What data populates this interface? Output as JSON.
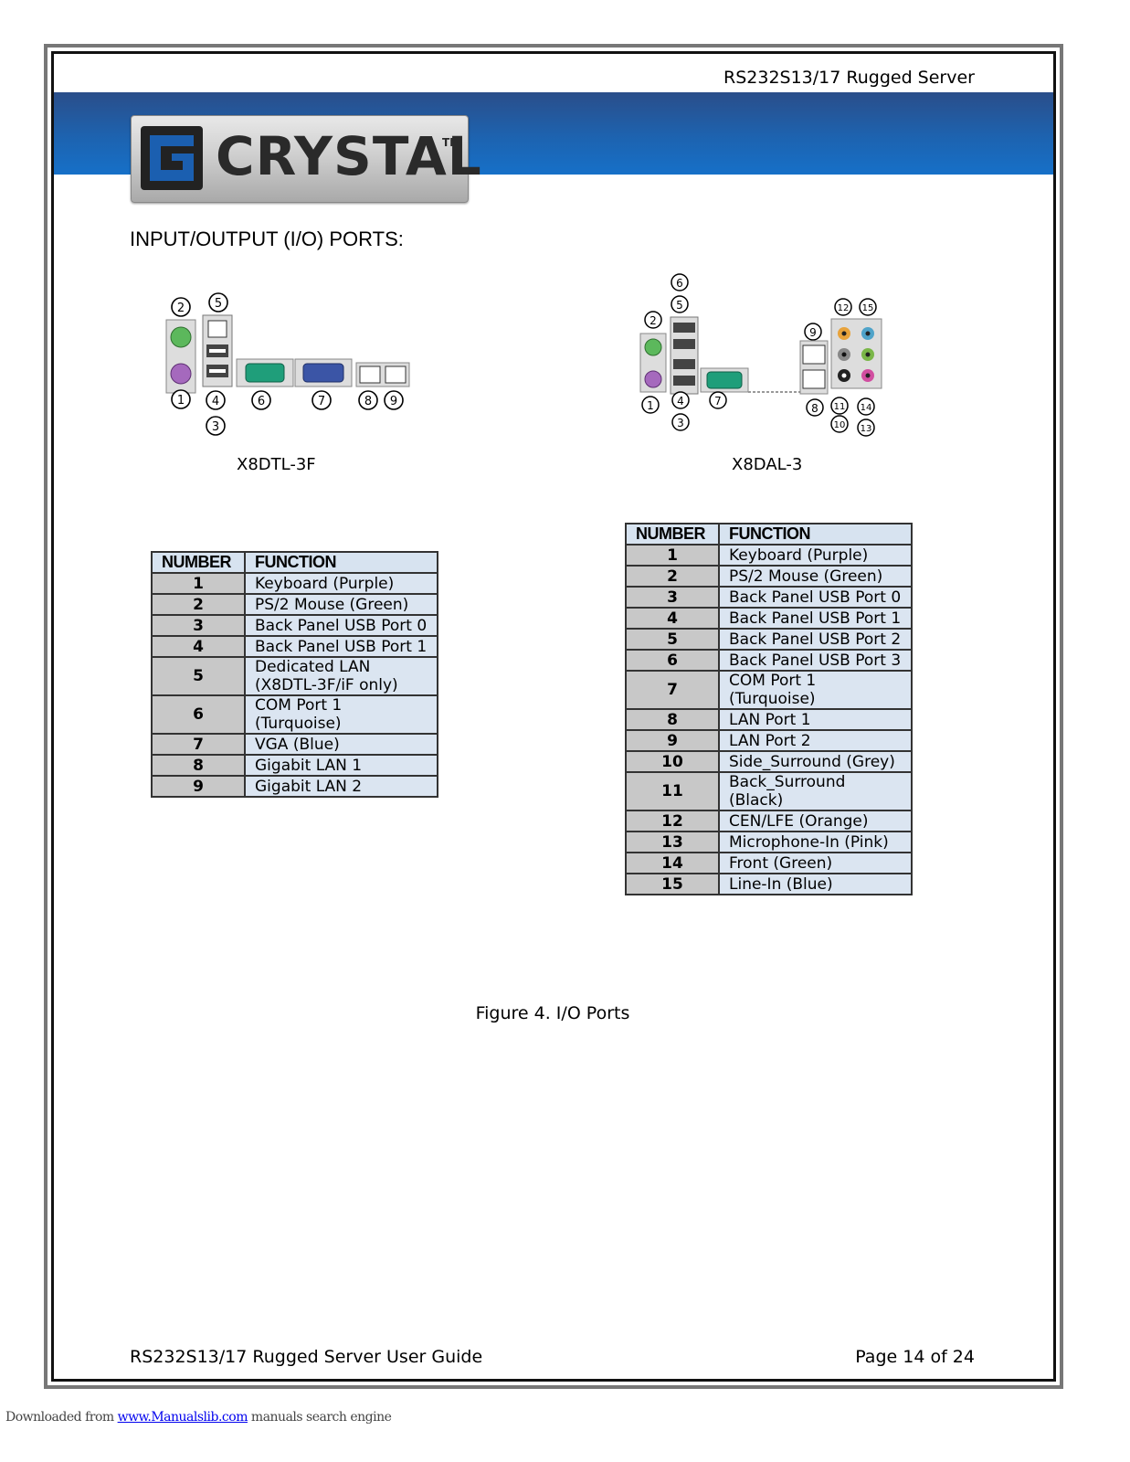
{
  "header": {
    "title": "RS232S13/17 Rugged Server"
  },
  "logo": {
    "text": "CRYSTAL",
    "tm": "TM"
  },
  "section": {
    "title": "INPUT/OUTPUT (I/O) PORTS:"
  },
  "diagrams": {
    "left": {
      "label": "X8DTL-3F",
      "callouts": [
        "2",
        "5",
        "1",
        "4",
        "3",
        "6",
        "7",
        "8",
        "9"
      ]
    },
    "right": {
      "label": "X8DAL-3",
      "callouts": [
        "6",
        "5",
        "2",
        "12",
        "15",
        "9",
        "1",
        "4",
        "7",
        "8",
        "11",
        "14",
        "3",
        "10",
        "13"
      ]
    }
  },
  "tables": {
    "headers": {
      "number": "NUMBER",
      "function": "FUNCTION"
    },
    "left": [
      {
        "n": "1",
        "f": "Keyboard (Purple)"
      },
      {
        "n": "2",
        "f": "PS/2 Mouse (Green)"
      },
      {
        "n": "3",
        "f": "Back Panel USB Port 0"
      },
      {
        "n": "4",
        "f": "Back Panel USB Port 1"
      },
      {
        "n": "5",
        "f": "Dedicated LAN (X8DTL-3F/iF only)"
      },
      {
        "n": "6",
        "f": "COM Port 1 (Turquoise)"
      },
      {
        "n": "7",
        "f": "VGA (Blue)"
      },
      {
        "n": "8",
        "f": "Gigabit LAN 1"
      },
      {
        "n": "9",
        "f": "Gigabit LAN 2"
      }
    ],
    "right": [
      {
        "n": "1",
        "f": "Keyboard (Purple)"
      },
      {
        "n": "2",
        "f": "PS/2 Mouse (Green)"
      },
      {
        "n": "3",
        "f": "Back Panel USB Port 0"
      },
      {
        "n": "4",
        "f": "Back Panel USB Port 1"
      },
      {
        "n": "5",
        "f": "Back Panel USB Port 2"
      },
      {
        "n": "6",
        "f": "Back Panel USB Port 3"
      },
      {
        "n": "7",
        "f": "COM Port 1 (Turquoise)"
      },
      {
        "n": "8",
        "f": "LAN Port 1"
      },
      {
        "n": "9",
        "f": "LAN Port 2"
      },
      {
        "n": "10",
        "f": "Side_Surround (Grey)"
      },
      {
        "n": "11",
        "f": "Back_Surround (Black)"
      },
      {
        "n": "12",
        "f": "CEN/LFE (Orange)"
      },
      {
        "n": "13",
        "f": "Microphone-In (Pink)"
      },
      {
        "n": "14",
        "f": "Front (Green)"
      },
      {
        "n": "15",
        "f": "Line-In (Blue)"
      }
    ]
  },
  "caption": "Figure 4.  I/O Ports",
  "footer": {
    "left": "RS232S13/17 Rugged Server User Guide",
    "right": "Page 14 of 24"
  },
  "download": {
    "prefix": "Downloaded from ",
    "link": "www.Manualslib.com",
    "suffix": " manuals search engine"
  },
  "colors": {
    "banner": "#1d63b0",
    "logo_blue": "#1b5fb0",
    "num_cell": "#c8c8c8",
    "fn_cell": "#dbe5f1",
    "kbd_purple": "#a569bd",
    "mouse_green": "#5cb85c",
    "com_turquoise": "#1f9e7a",
    "vga_blue": "#3b55a6"
  }
}
